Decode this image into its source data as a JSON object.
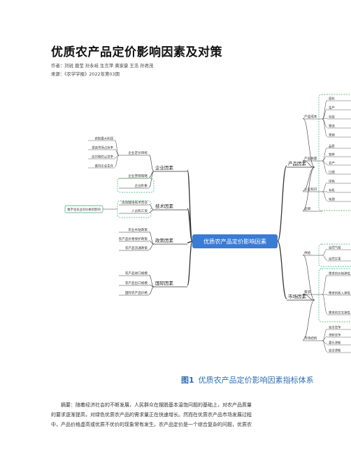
{
  "article": {
    "title": "优质农产品定价影响因素及对策",
    "authors": "作者：刘锐 聂莹 孙永岐 生言萍 黄家豪 王浩 孙君茂",
    "source": "来源：《农学学报》2022年第03期"
  },
  "mindmap": {
    "center": "优质农产品定价影响因素",
    "left_branches": [
      {
        "label": "企业因素",
        "groups": [
          {
            "label": "企业定价目标",
            "leaves": [
              "获取最大利润",
              "提高市场占有率",
              "应对和防止竞争",
              "维持企业生存"
            ]
          },
          {
            "label": "企业营销策略",
            "leaves": []
          },
          {
            "label": "企业形象",
            "leaves": []
          }
        ]
      },
      {
        "label": "技术因素",
        "groups": [
          {
            "label": "高效栽培技术普及",
            "leaves": []
          },
          {
            "label": "人员和工资",
            "leaves": []
          }
        ],
        "note": "数字化农业对价格的影响"
      },
      {
        "label": "政策因素",
        "groups": [
          {
            "label": "农业补贴政策",
            "leaves": []
          },
          {
            "label": "农产品价格保护政策",
            "leaves": []
          },
          {
            "label": "农产品流通政策",
            "leaves": []
          }
        ]
      },
      {
        "label": "国际因素",
        "groups": [
          {
            "label": "农产品进口规模",
            "leaves": []
          },
          {
            "label": "农产品出口规模",
            "leaves": []
          },
          {
            "label": "国际农产品价格",
            "leaves": []
          }
        ]
      }
    ],
    "right_branches": [
      {
        "label": "产品因素",
        "groups": [
          {
            "label": "产品成本",
            "leaves": [
              "原料",
              "生产",
              "包装",
              "物流",
              "营销"
            ]
          },
          {
            "label": "产品质量",
            "leaves": [
              "品质",
              "营养",
              "农产",
              "口感"
            ]
          },
          {
            "label": "认证标识",
            "leaves": [
              "绿色",
              "有机",
              "地理"
            ]
          },
          {
            "label": "品牌",
            "leaves": []
          }
        ]
      },
      {
        "label": "市场因素",
        "groups": [
          {
            "label": "供给",
            "leaves": [
              "自然气候",
              "自然灾害"
            ]
          },
          {
            "label": "需求",
            "leaves": [
              "需求的价格弹性",
              "需求的收入弹性",
              "需求的交叉弹性"
            ]
          },
          {
            "label": "市场结构",
            "leaves": [
              "完全竞争",
              "垄断竞争",
              "寡头垄断",
              "完全垄断"
            ]
          }
        ]
      }
    ]
  },
  "figure": {
    "number": "图1",
    "caption": "优质农产品定价影响因素指标体系"
  },
  "abstract": {
    "line1": "摘要：随着经济社会的不断发展，人民群众在摆脱基本温饱问题的基础上，对农产品质量",
    "line2": "的要求逐渐提高，对绿色优质农产品的需求量正在快速增长。然而在优质农产品市场发展过程",
    "line3": "中，产品价格虚高或优质不优价的现象常有发生。农产品定价是一个综合复杂的问题，优质农"
  },
  "colors": {
    "center_fill": "#3a7bd5",
    "branch_line": "#333333",
    "group_border": "#3aa66a",
    "caption_blue": "#2d6fb3"
  }
}
